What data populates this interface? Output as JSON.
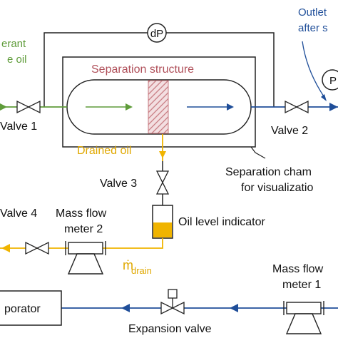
{
  "labels": {
    "inlet_line1": "erant",
    "inlet_line2": "e oil",
    "dp": "dP",
    "outlet_line1": "Outlet",
    "outlet_line2": "after s",
    "pressure": "P",
    "separation_structure": "Separation structure",
    "valve1": "Valve 1",
    "valve2": "Valve 2",
    "valve3": "Valve 3",
    "valve4": "Valve 4",
    "drained_oil": "Drained oil",
    "chamber_line1": "Separation cham",
    "chamber_line2": "for visualizatio",
    "mass_flow_2_line1": "Mass flow",
    "mass_flow_2_line2": "meter 2",
    "oil_level": "Oil level indicator",
    "mdrain_main": "ṁ",
    "mdrain_sub": "drain",
    "mass_flow_1_line1": "Mass flow",
    "mass_flow_1_line2": "meter 1",
    "evaporator": "porator",
    "expansion_valve": "Expansion valve"
  },
  "colors": {
    "line": "#222222",
    "blue": "#1f4e99",
    "green": "#5f9c3a",
    "gold": "#f0b400",
    "hatch": "#c7797f"
  }
}
